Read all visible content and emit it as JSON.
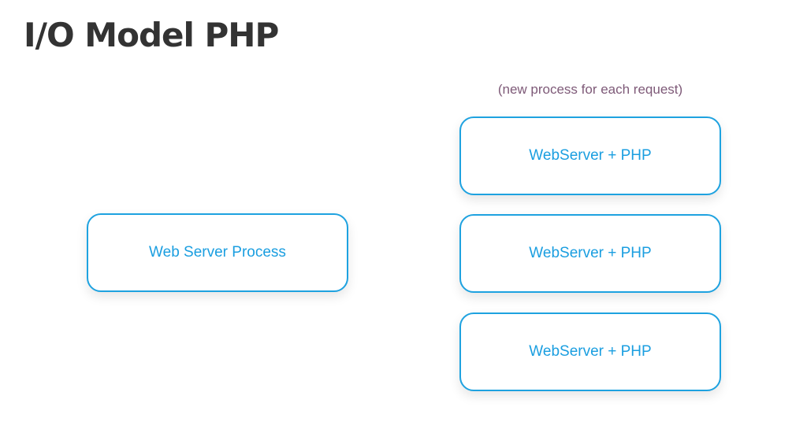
{
  "title": "I/O Model PHP",
  "note": "(new process for each request)",
  "main_box": {
    "label": "Web Server Process"
  },
  "workers": [
    {
      "label": "WebServer + PHP"
    },
    {
      "label": "WebServer + PHP"
    },
    {
      "label": "WebServer + PHP"
    }
  ],
  "colors": {
    "title": "#333333",
    "box_border": "#1ea2e0",
    "box_text": "#1a9ee0",
    "note_text": "#7e5a78"
  }
}
